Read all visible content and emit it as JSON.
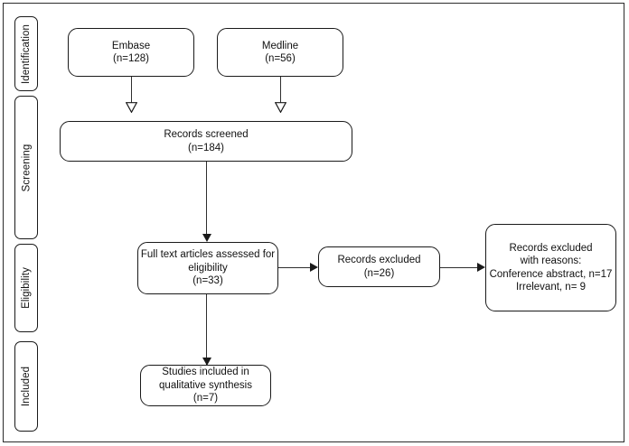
{
  "figure": {
    "type": "prisma-flow-diagram",
    "title": "PRISMA study selection flow diagram",
    "colors": {
      "box_stroke": "#1a1a1a",
      "connector": "#2f2f2f",
      "background": "#ffffff",
      "text": "#111111"
    }
  },
  "stages": [
    {
      "id": "identification",
      "label": "Identification"
    },
    {
      "id": "screening",
      "label": "Screening"
    },
    {
      "id": "eligibility",
      "label": "Eligibility"
    },
    {
      "id": "included",
      "label": "Included"
    }
  ],
  "nodes": {
    "embase": {
      "id": "embase",
      "stage": "identification",
      "line1": "Embase",
      "line2": "(n=128)",
      "count": 128
    },
    "medline": {
      "id": "medline",
      "stage": "identification",
      "line1": "Medline",
      "line2": "(n=56)",
      "count": 56
    },
    "records_screened": {
      "id": "records-screened",
      "stage": "screening",
      "line1": "Records screened",
      "line2": "(n=184)",
      "count": 184
    },
    "full_text": {
      "id": "full-text-assessed",
      "stage": "eligibility",
      "line1": "Full text articles assessed for",
      "line2": "eligibility",
      "line3": "(n=33)",
      "count": 33
    },
    "records_excluded": {
      "id": "records-excluded",
      "stage": "eligibility",
      "line1": "Records excluded",
      "line2": "(n=26)",
      "count": 26
    },
    "excluded_reasons": {
      "id": "records-excluded-with-reasons",
      "stage": "eligibility",
      "line1": "Records excluded",
      "line2": "with reasons:",
      "line3": "Conference abstract, n=17",
      "line4": "Irrelevant, n= 9",
      "reasons": [
        {
          "reason": "Conference abstract",
          "count": 17
        },
        {
          "reason": "Irrelevant",
          "count": 9
        }
      ]
    },
    "studies_included": {
      "id": "studies-included",
      "stage": "included",
      "line1": "Studies included in",
      "line2": "qualitative synthesis",
      "line3": "(n=7)",
      "count": 7
    }
  },
  "edges": [
    {
      "from": "embase",
      "to": "records_screened",
      "arrow": "hollow-down"
    },
    {
      "from": "medline",
      "to": "records_screened",
      "arrow": "hollow-down"
    },
    {
      "from": "records_screened",
      "to": "full_text",
      "arrow": "solid-down"
    },
    {
      "from": "full_text",
      "to": "records_excluded",
      "arrow": "solid-right"
    },
    {
      "from": "records_excluded",
      "to": "excluded_reasons",
      "arrow": "solid-right"
    },
    {
      "from": "full_text",
      "to": "studies_included",
      "arrow": "solid-down"
    }
  ]
}
